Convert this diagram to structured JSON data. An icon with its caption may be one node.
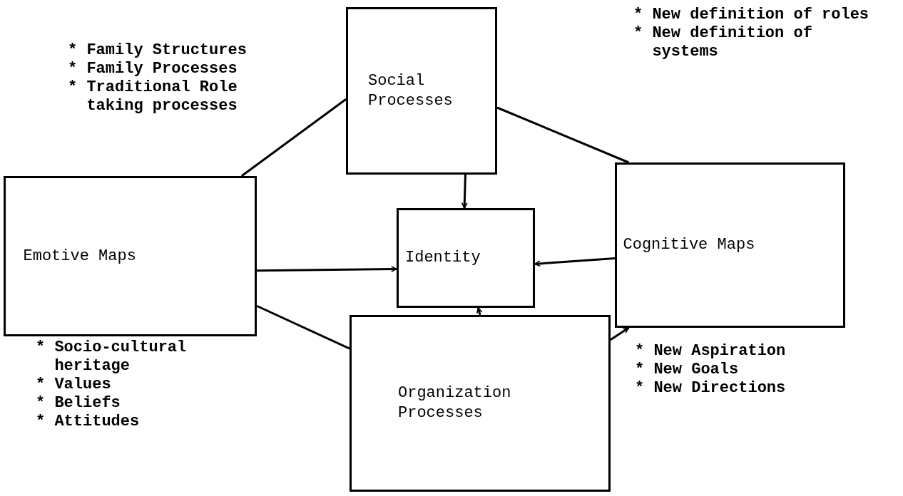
{
  "diagram": {
    "nodes": [
      {
        "text": [
          "Social Processes"
        ]
      },
      {
        "text": [
          "Emotive Maps"
        ]
      },
      {
        "text": [
          "Identity"
        ]
      },
      {
        "text": [
          "Cognitive Maps"
        ]
      },
      {
        "text": [
          "Organization Processes"
        ]
      }
    ],
    "edges": [
      {
        "from": 0,
        "to": 2,
        "arrow": "to"
      },
      {
        "from": 1,
        "to": 2,
        "arrow": "to"
      },
      {
        "from": 3,
        "to": 2,
        "arrow": "to"
      },
      {
        "from": 4,
        "to": 2,
        "arrow": "to"
      },
      {
        "from": 1,
        "to": 0,
        "arrow": "none"
      },
      {
        "from": 0,
        "to": 3,
        "arrow": "none"
      },
      {
        "from": 1,
        "to": 4,
        "arrow": "none"
      },
      {
        "from": 4,
        "to": 3,
        "arrow": "to"
      }
    ],
    "labels": [
      "* Family Structures",
      "* Family Processes",
      "* Traditional Role taking processes",
      "* New definition of roles",
      "* New definition of systems",
      "* Socio-cultural heritage",
      "* Values",
      "* Beliefs",
      "* Attitudes",
      "* New Aspiration",
      "* New Goals",
      "* New Directions"
    ]
  }
}
